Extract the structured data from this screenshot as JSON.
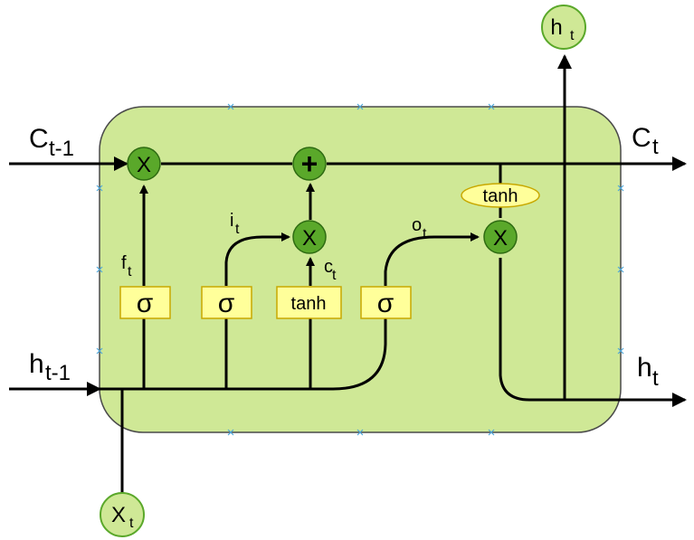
{
  "diagram": {
    "inputs": {
      "c_prev": {
        "main": "C",
        "sub": "t-1"
      },
      "h_prev": {
        "main": "h",
        "sub": "t-1"
      },
      "x": {
        "main": "X",
        "sub": "t"
      }
    },
    "outputs": {
      "c": {
        "main": "C",
        "sub": "t"
      },
      "h_right": {
        "main": "h",
        "sub": "t"
      },
      "h_top": {
        "main": "h",
        "sub": "t"
      }
    },
    "gates": {
      "forget": {
        "symbol": "σ",
        "label_main": "f",
        "label_sub": "t"
      },
      "input": {
        "symbol": "σ",
        "label_main": "i",
        "label_sub": "t"
      },
      "candidate": {
        "symbol": "tanh",
        "label_main": "c",
        "label_sub": "t"
      },
      "output": {
        "symbol": "σ",
        "label_main": "o",
        "label_sub": "t"
      }
    },
    "ops": {
      "forget_mult": "X",
      "add": "+",
      "input_mult": "X",
      "output_mult": "X",
      "tanh_cell": "tanh"
    }
  },
  "colors": {
    "cell_fill": "#cfe896",
    "cell_stroke": "#4a4a4a",
    "op_fill": "#5aa82a",
    "op_stroke": "#2e6b12",
    "io_fill": "#cfe896",
    "io_stroke": "#5aa82a",
    "gate_fill": "#ffff9a",
    "gate_stroke": "#c8a800",
    "line": "#000000"
  }
}
